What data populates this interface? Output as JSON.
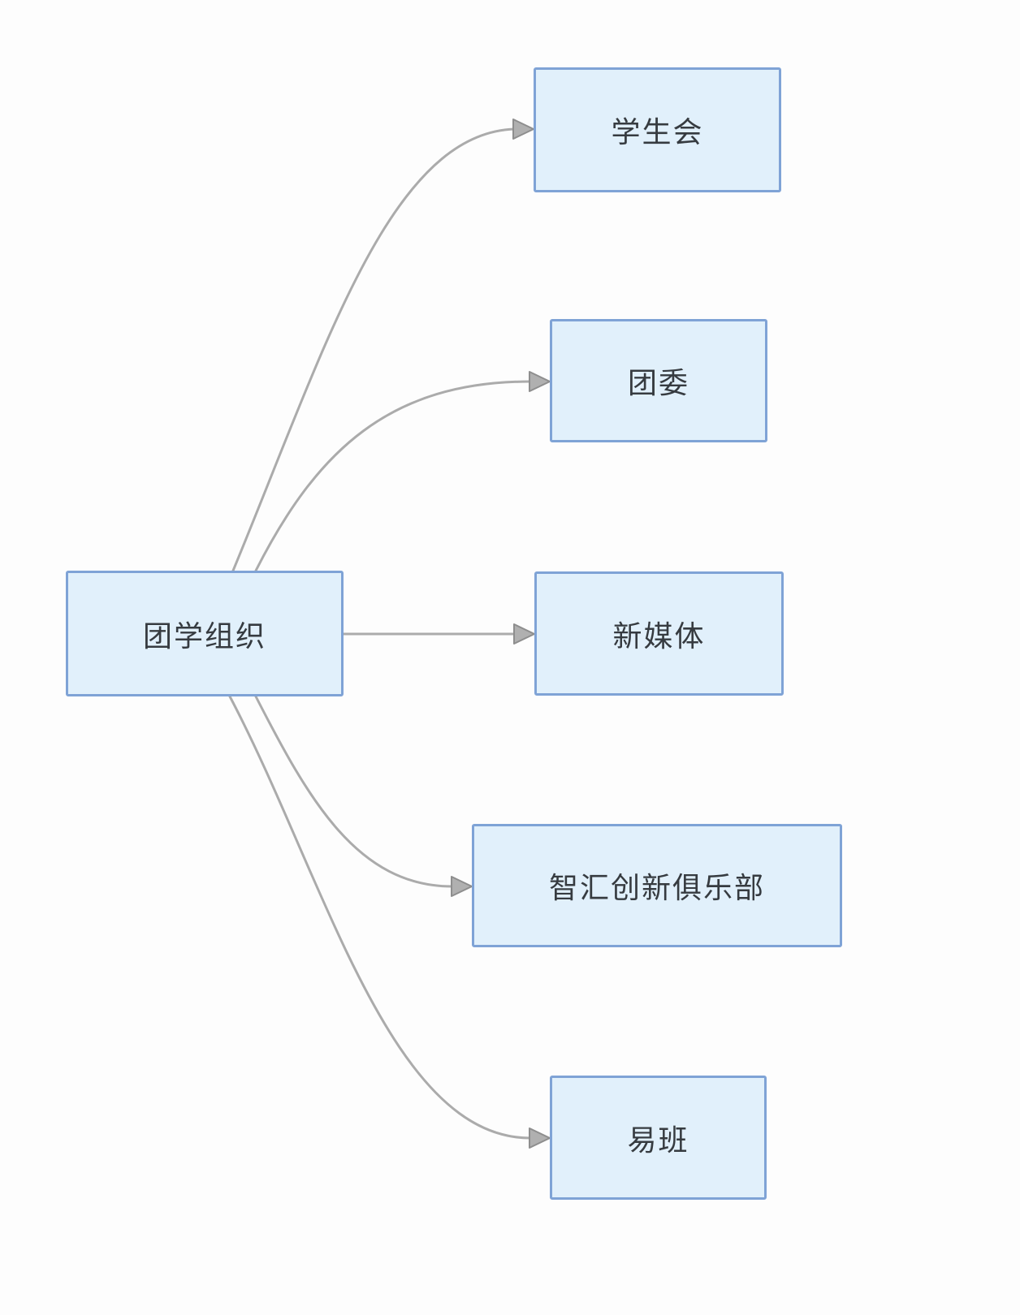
{
  "diagram": {
    "type": "mind-map",
    "colors": {
      "canvas_background": "#FDFDFD",
      "node_fill": "#E1F0FB",
      "node_border": "#7FA3D6",
      "node_text": "#363B40",
      "connector": "#ABABAB",
      "arrowhead_fill": "#B0B0B0",
      "arrowhead_stroke": "#8E8E8E"
    },
    "nodes": [
      {
        "id": "root",
        "label": "团学组织"
      },
      {
        "id": "student-union",
        "label": "学生会"
      },
      {
        "id": "youth-league",
        "label": "团委"
      },
      {
        "id": "new-media",
        "label": "新媒体"
      },
      {
        "id": "innovation-club",
        "label": "智汇创新俱乐部"
      },
      {
        "id": "yiban",
        "label": "易班"
      }
    ],
    "edges": [
      {
        "from": "root",
        "to": "student-union"
      },
      {
        "from": "root",
        "to": "youth-league"
      },
      {
        "from": "root",
        "to": "new-media"
      },
      {
        "from": "root",
        "to": "innovation-club"
      },
      {
        "from": "root",
        "to": "yiban"
      }
    ]
  }
}
